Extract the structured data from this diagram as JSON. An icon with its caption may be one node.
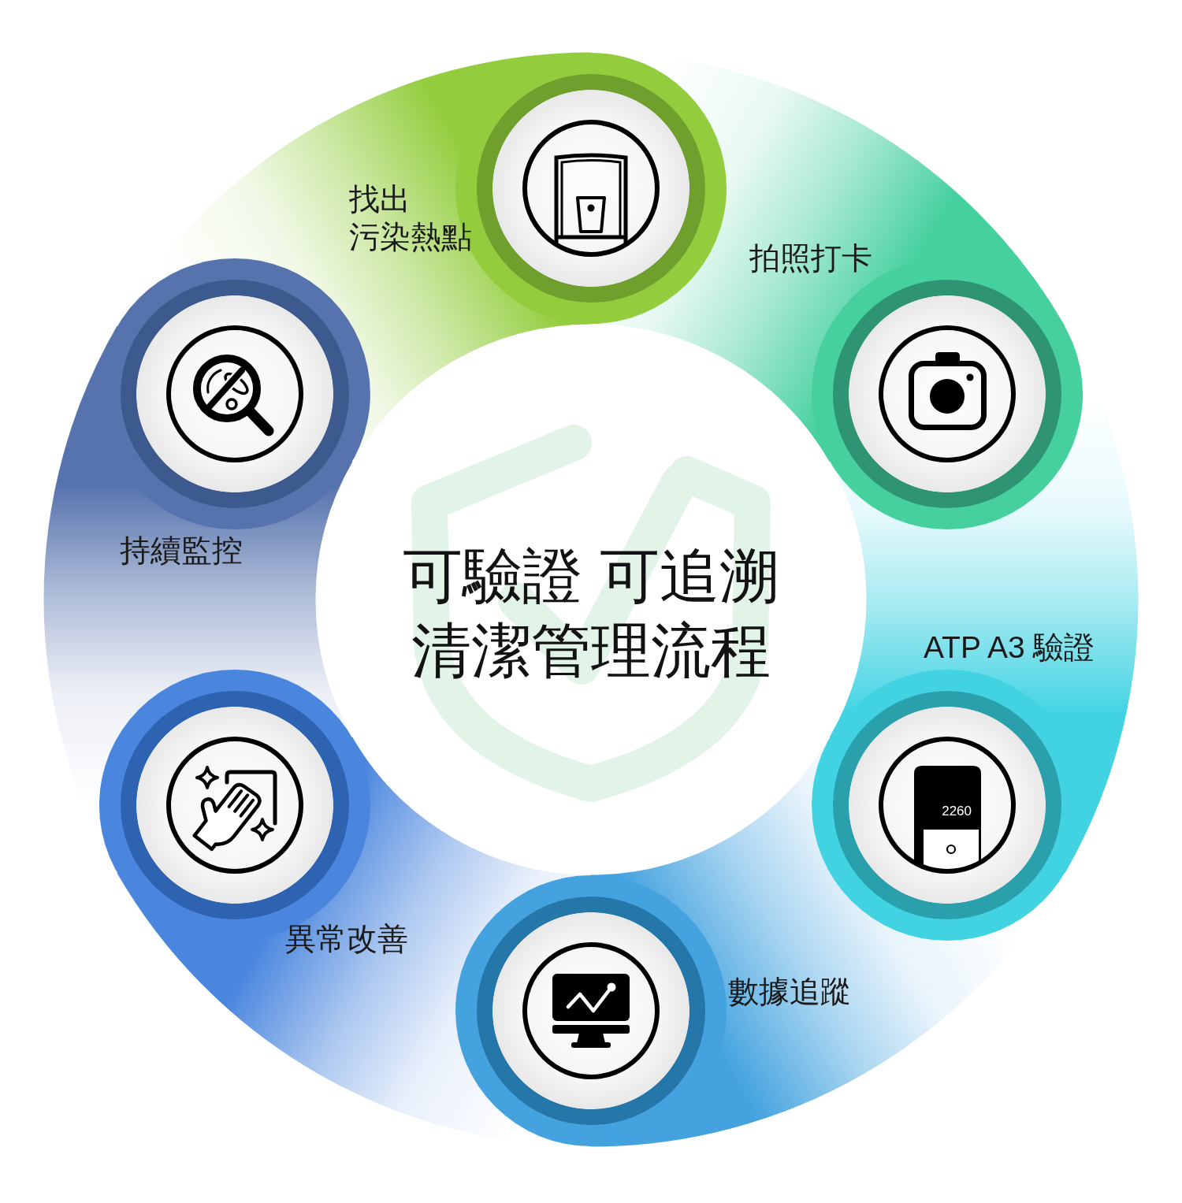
{
  "diagram": {
    "title": "可驗證 可追溯清潔管理流程",
    "nodes": [
      {
        "text": [],
        "shape": "circle",
        "beside": [
          "找出污染熱點"
        ]
      },
      {
        "text": [],
        "shape": "circle",
        "beside": [
          "拍照打卡"
        ]
      },
      {
        "text": [],
        "shape": "circle",
        "beside": [
          "ATP A3 驗證"
        ]
      },
      {
        "text": [],
        "shape": "circle",
        "beside": [
          "數據追蹤"
        ]
      },
      {
        "text": [],
        "shape": "circle",
        "beside": [
          "異常改善"
        ]
      },
      {
        "text": [],
        "shape": "circle",
        "beside": [
          "持續監控"
        ]
      }
    ],
    "labels": [
      "2260"
    ]
  }
}
